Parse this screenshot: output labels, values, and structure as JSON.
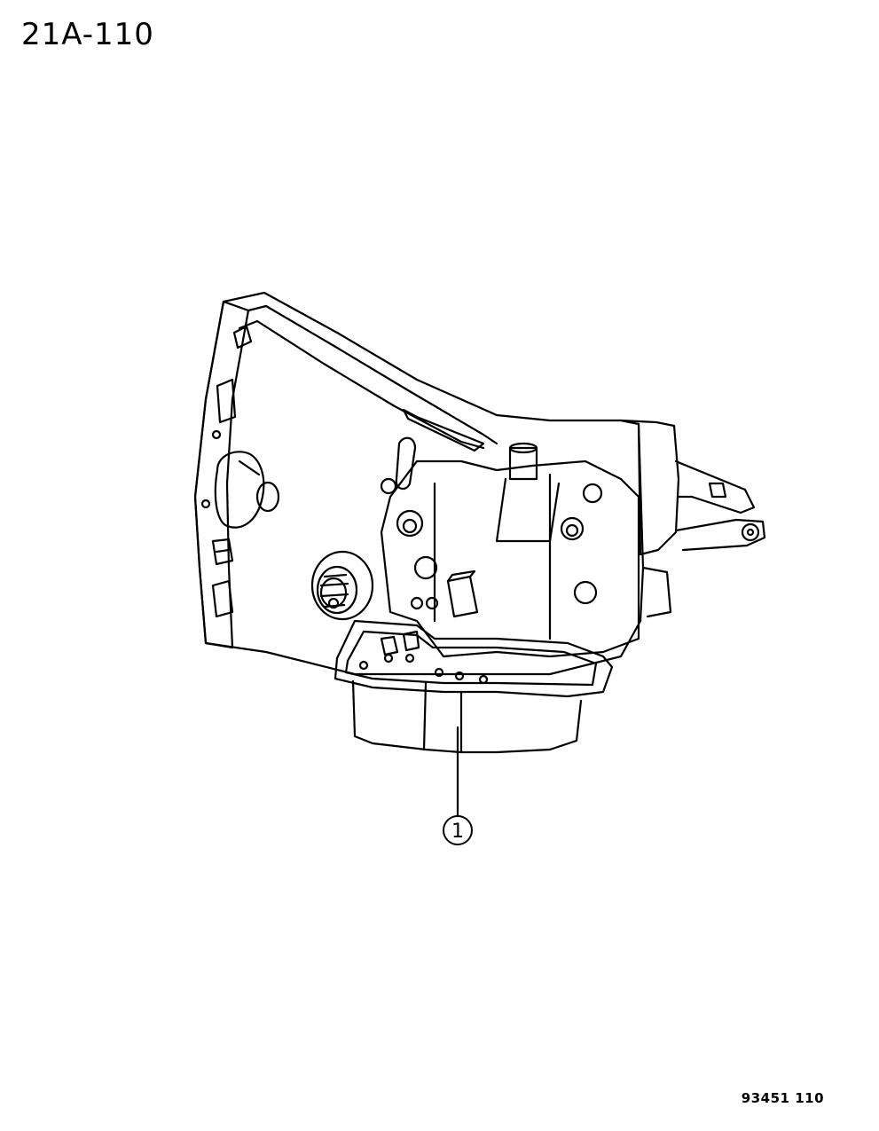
{
  "header": {
    "page_code": "21A-110"
  },
  "diagram": {
    "subject_icon": "transmission-assembly",
    "callouts": [
      {
        "number": "1"
      }
    ]
  },
  "footer": {
    "drawing_code": "93451 110"
  },
  "colors": {
    "ink": "#000000",
    "background": "#ffffff"
  }
}
